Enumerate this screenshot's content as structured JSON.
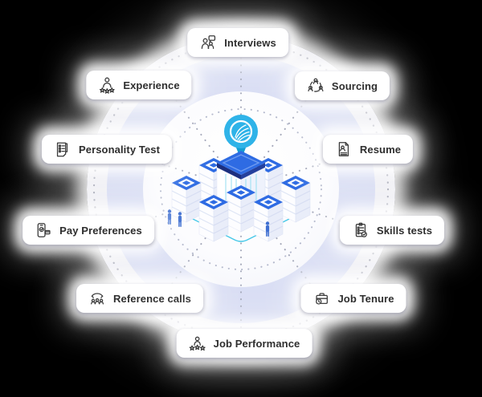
{
  "diagram": {
    "type": "hub-and-spoke infographic",
    "center_illustration": "isometric data-cluster of server towers with blue diamond caps, cyan location-pin logo badge, cyan platform outline and small people figures",
    "labels": [
      {
        "id": "interviews",
        "label": "Interviews",
        "icon": "interviews-icon"
      },
      {
        "id": "experience",
        "label": "Experience",
        "icon": "experience-icon"
      },
      {
        "id": "sourcing",
        "label": "Sourcing",
        "icon": "sourcing-icon"
      },
      {
        "id": "personality-test",
        "label": "Personality Test",
        "icon": "personality-test-icon"
      },
      {
        "id": "resume",
        "label": "Resume",
        "icon": "resume-icon"
      },
      {
        "id": "pay-preferences",
        "label": "Pay Preferences",
        "icon": "pay-preferences-icon"
      },
      {
        "id": "skills-tests",
        "label": "Skills tests",
        "icon": "skills-tests-icon"
      },
      {
        "id": "reference-calls",
        "label": "Reference calls",
        "icon": "reference-calls-icon"
      },
      {
        "id": "job-tenure",
        "label": "Job Tenure",
        "icon": "job-tenure-icon"
      },
      {
        "id": "job-performance",
        "label": "Job Performance",
        "icon": "job-performance-icon"
      }
    ],
    "colors": {
      "background": "#000000",
      "accent_blue": "#2e6be3",
      "dark_navy": "#1c2f7e",
      "badge_cyan": "#2fb3e8",
      "platform_cyan": "#45c8e8",
      "lavender_ring": "#d7dcf3",
      "outer_ring": "#f1f1f6",
      "pill_background": "#ffffff",
      "pill_text": "#2e2e2e",
      "dot_gray": "#a6a8b6",
      "people_blue": "#3f6fd1"
    }
  }
}
